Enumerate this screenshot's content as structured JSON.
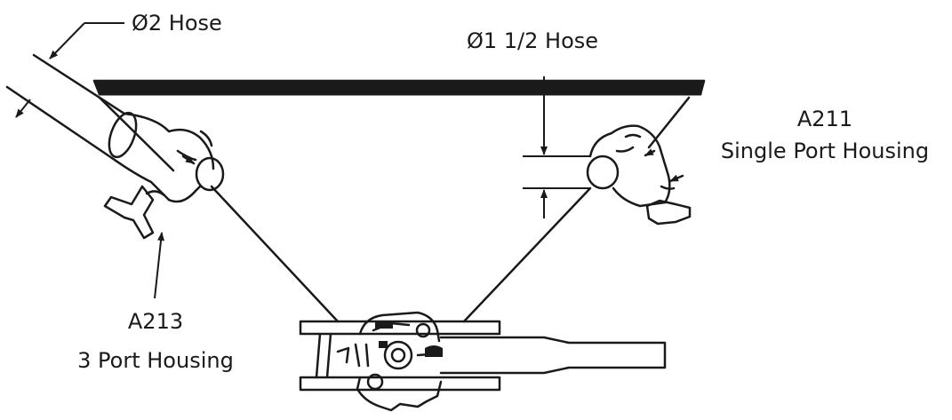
{
  "labels": {
    "hose_2": "Ø2 Hose",
    "hose_1_5": "Ø1 1/2 Hose",
    "a211_code": "A211",
    "a211_desc": "Single Port Housing",
    "a213_code": "A213",
    "a213_desc": "3 Port Housing"
  },
  "colors": {
    "line": "#1a1a1a",
    "background": "#ffffff"
  }
}
